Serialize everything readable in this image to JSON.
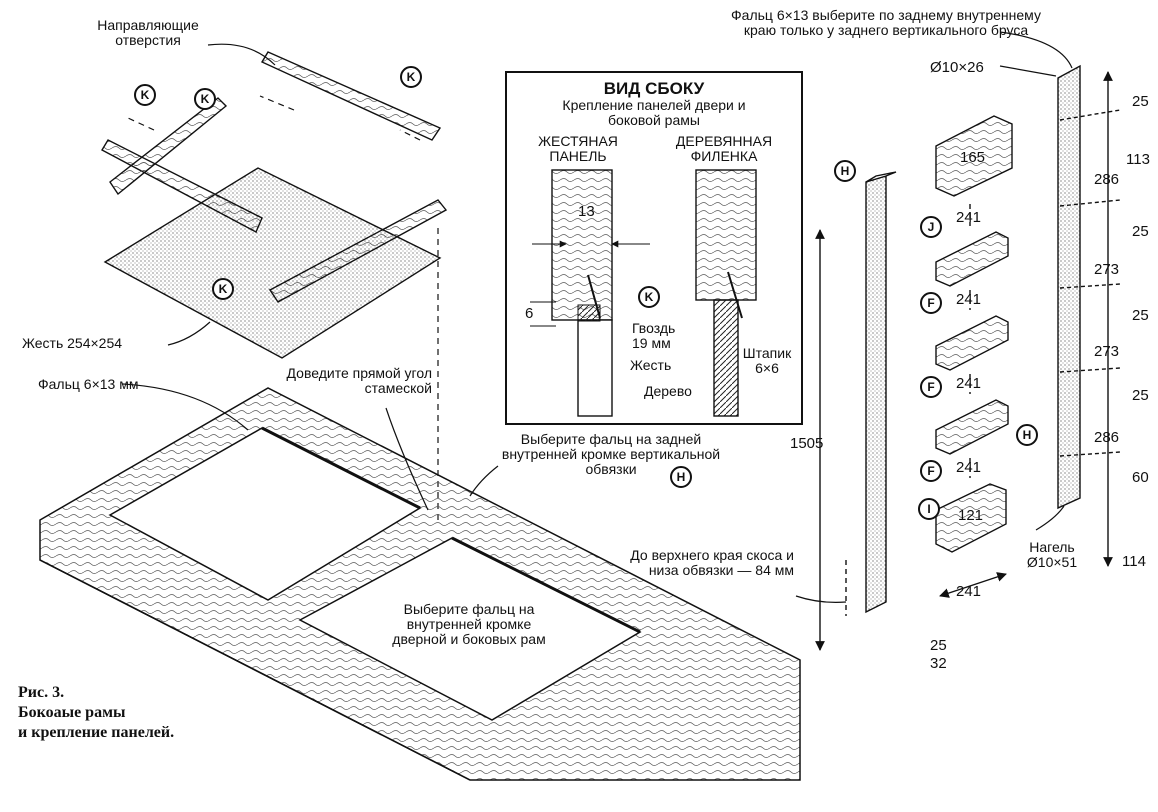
{
  "labels": {
    "guide_holes": "Направляющие отверстия",
    "tin_sheet": "Жесть 254×254",
    "rabbet_frame": "Фальц 6×13 мм",
    "square_corner": "Доведите прямой угол стамеской",
    "rabbet_h": "Выберите фальц на задней внутренней кромке вертикальной обвязки",
    "rabbet_inner": "Выберите фальц на внутренней кромке дверной и боковых рам",
    "to_top_edge": "До верхнего края скоса и низа обвязки — 84 мм",
    "rabbet_back": "Фальц 6×13 выберите по заднему внутреннему краю только у заднего вертикального бруса",
    "dia_top": "Ø10×26",
    "dowel": "Нагель Ø10×51"
  },
  "section_view": {
    "title": "ВИД СБОКУ",
    "subtitle": "Крепление панелей двери и боковой рамы",
    "col_tin": "ЖЕСТЯНАЯ ПАНЕЛЬ",
    "col_wood": "ДЕРЕВЯННАЯ ФИЛЕНКА",
    "dim_13": "13",
    "dim_6": "6",
    "nail": "Гвоздь 19 мм",
    "tin": "Жесть",
    "bead": "Штапик 6×6",
    "wood": "Дерево"
  },
  "dims": {
    "d1505": "1505",
    "d165": "165",
    "d241a": "241",
    "d241b": "241",
    "d241c": "241",
    "d241d": "241",
    "d241e": "241",
    "d121": "121",
    "d25a": "25",
    "d113": "113",
    "d286a": "286",
    "d25b": "25",
    "d273a": "273",
    "d25c": "25",
    "d273b": "273",
    "d25d": "25",
    "d286b": "286",
    "d60": "60",
    "d114": "114",
    "d25e": "25",
    "d32": "32"
  },
  "callouts": {
    "k": "K",
    "h": "H",
    "j": "J",
    "f": "F",
    "i": "I"
  },
  "caption": {
    "line1": "Рис. 3.",
    "line2": "Бокоаые рамы",
    "line3": "и крепление панелей."
  }
}
